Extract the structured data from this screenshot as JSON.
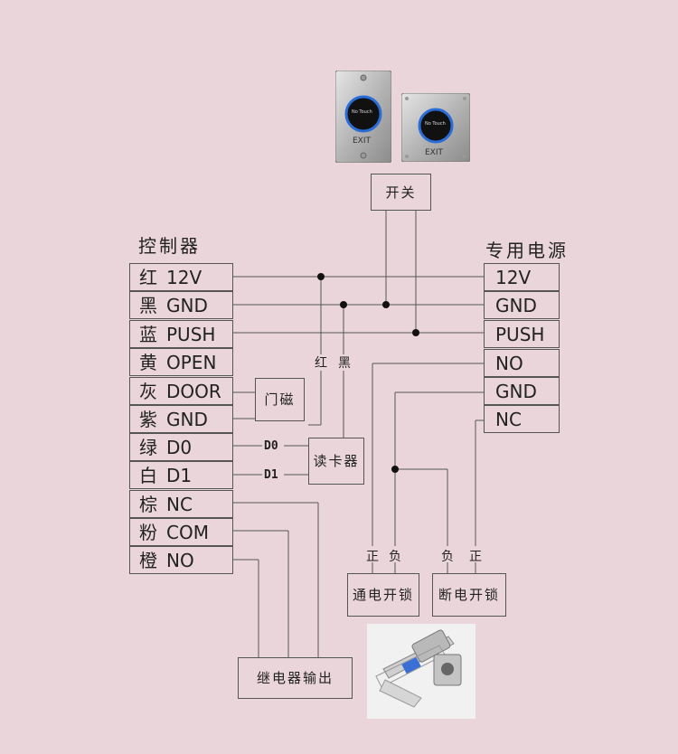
{
  "controller": {
    "title": "控制器",
    "rows": [
      {
        "cn": "红",
        "en": "12V"
      },
      {
        "cn": "黑",
        "en": "GND"
      },
      {
        "cn": "蓝",
        "en": "PUSH"
      },
      {
        "cn": "黄",
        "en": "OPEN"
      },
      {
        "cn": "灰",
        "en": "DOOR"
      },
      {
        "cn": "紫",
        "en": "GND"
      },
      {
        "cn": "绿",
        "en": "D0"
      },
      {
        "cn": "白",
        "en": "D1"
      },
      {
        "cn": "棕",
        "en": "NC"
      },
      {
        "cn": "粉",
        "en": "COM"
      },
      {
        "cn": "橙",
        "en": "NO"
      }
    ]
  },
  "power_supply": {
    "title": "专用电源",
    "rows": [
      "12V",
      "GND",
      "PUSH",
      "NO",
      "GND",
      "NC"
    ]
  },
  "switch": {
    "label": "开关",
    "button_text": "No Touch",
    "exit_text": "EXIT"
  },
  "door_magnet": {
    "label": "门磁"
  },
  "card_reader": {
    "label": "读卡器",
    "wire_red": "红",
    "wire_black": "黑",
    "d0": "D0",
    "d1": "D1"
  },
  "lock_power_on": {
    "label": "通电开锁",
    "pos": "正",
    "neg": "负"
  },
  "lock_power_off": {
    "label": "断电开锁",
    "pos": "正",
    "neg": "负"
  },
  "relay_output": {
    "label": "继电器输出"
  }
}
